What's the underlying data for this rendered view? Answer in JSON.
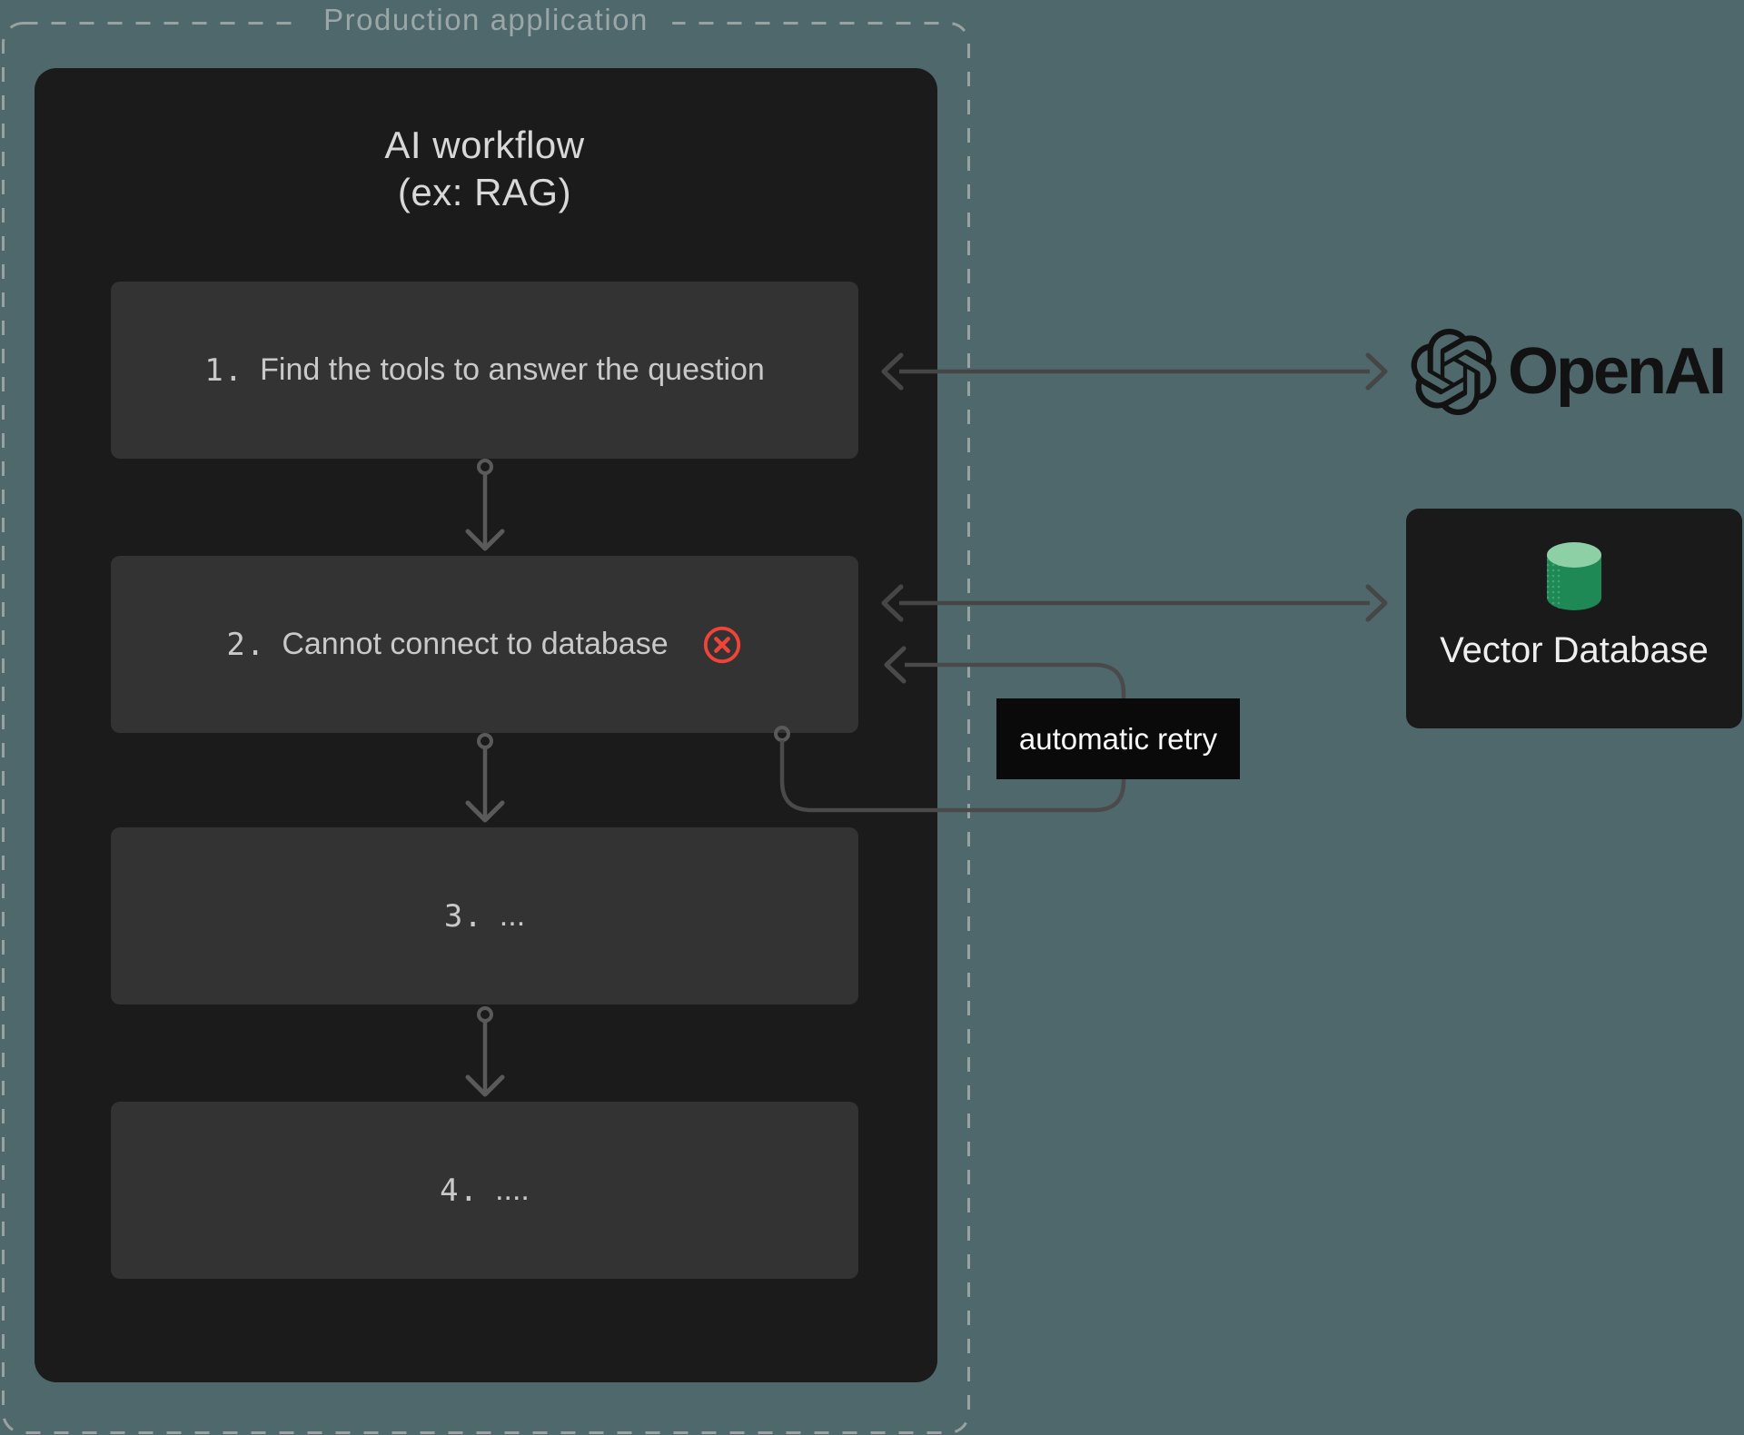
{
  "production_label": "Production application",
  "workflow": {
    "title_line1": "AI workflow",
    "title_line2": "(ex: RAG)"
  },
  "steps": [
    {
      "num": "1.",
      "text": "Find the tools to answer the question"
    },
    {
      "num": "2.",
      "text": "Cannot connect to database"
    },
    {
      "num": "3.",
      "text": "..."
    },
    {
      "num": "4.",
      "text": "...."
    }
  ],
  "retry_label": "automatic retry",
  "openai": {
    "label": "OpenAI"
  },
  "vector_db": {
    "label": "Vector Database"
  },
  "icons": {
    "error": "circled-x-icon",
    "openai": "openai-flower-icon",
    "database": "green-cylinder-icon"
  },
  "colors": {
    "background": "#4e686c",
    "panel": "#1b1b1b",
    "step_box": "#333333",
    "error_red": "#f04438",
    "retry_label_bg": "#0a0a0a",
    "db_green": "#1e8954",
    "db_green_light": "#8ed0a5",
    "arrow_gray": "#464646",
    "dash_gray": "#9aa1a1"
  }
}
